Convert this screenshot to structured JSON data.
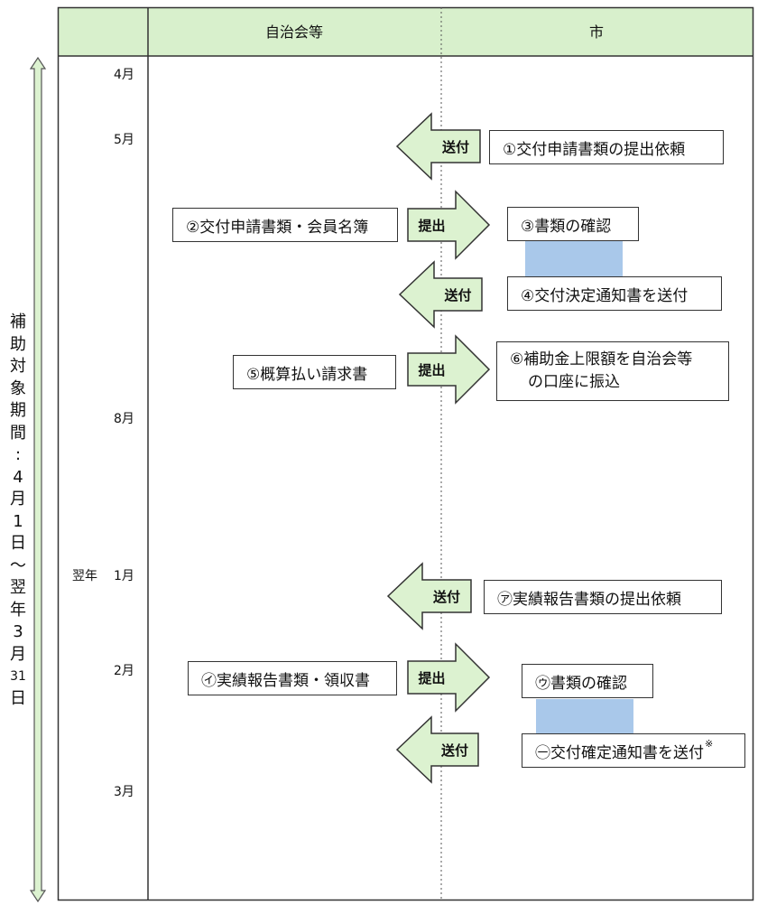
{
  "header": {
    "col1": "自治会等",
    "col2": "市"
  },
  "months": {
    "apr": "4月",
    "may": "5月",
    "aug": "8月",
    "next_year": "翌年",
    "jan": "1月",
    "feb": "2月",
    "mar": "3月"
  },
  "period_label": [
    "補",
    "助",
    "対",
    "象",
    "期",
    "間",
    ":",
    "4",
    "月",
    "1",
    "日",
    "～",
    "翌",
    "年",
    "3",
    "月",
    "31",
    "日"
  ],
  "arrows": {
    "send": "送付",
    "submit": "提出"
  },
  "boxes": {
    "b1": "①交付申請書類の提出依頼",
    "b2": "②交付申請書類・会員名簿",
    "b3": "③書類の確認",
    "b4": "④交付決定通知書を送付",
    "b5": "⑤概算払い請求書",
    "b6_line1": "⑥補助金上限額を自治会等",
    "b6_line2": "の口座に振込",
    "b7": "㋐実績報告書類の提出依頼",
    "b8": "㋑実績報告書類・領収書",
    "b9": "㋒書類の確認",
    "b10": "㊀交付確定通知書を送付",
    "b10_note": "※"
  },
  "colors": {
    "header_bg": "#d8f0cc",
    "arrow_fill": "#dcf2d0",
    "confirm_bar": "#a9c8ea"
  }
}
